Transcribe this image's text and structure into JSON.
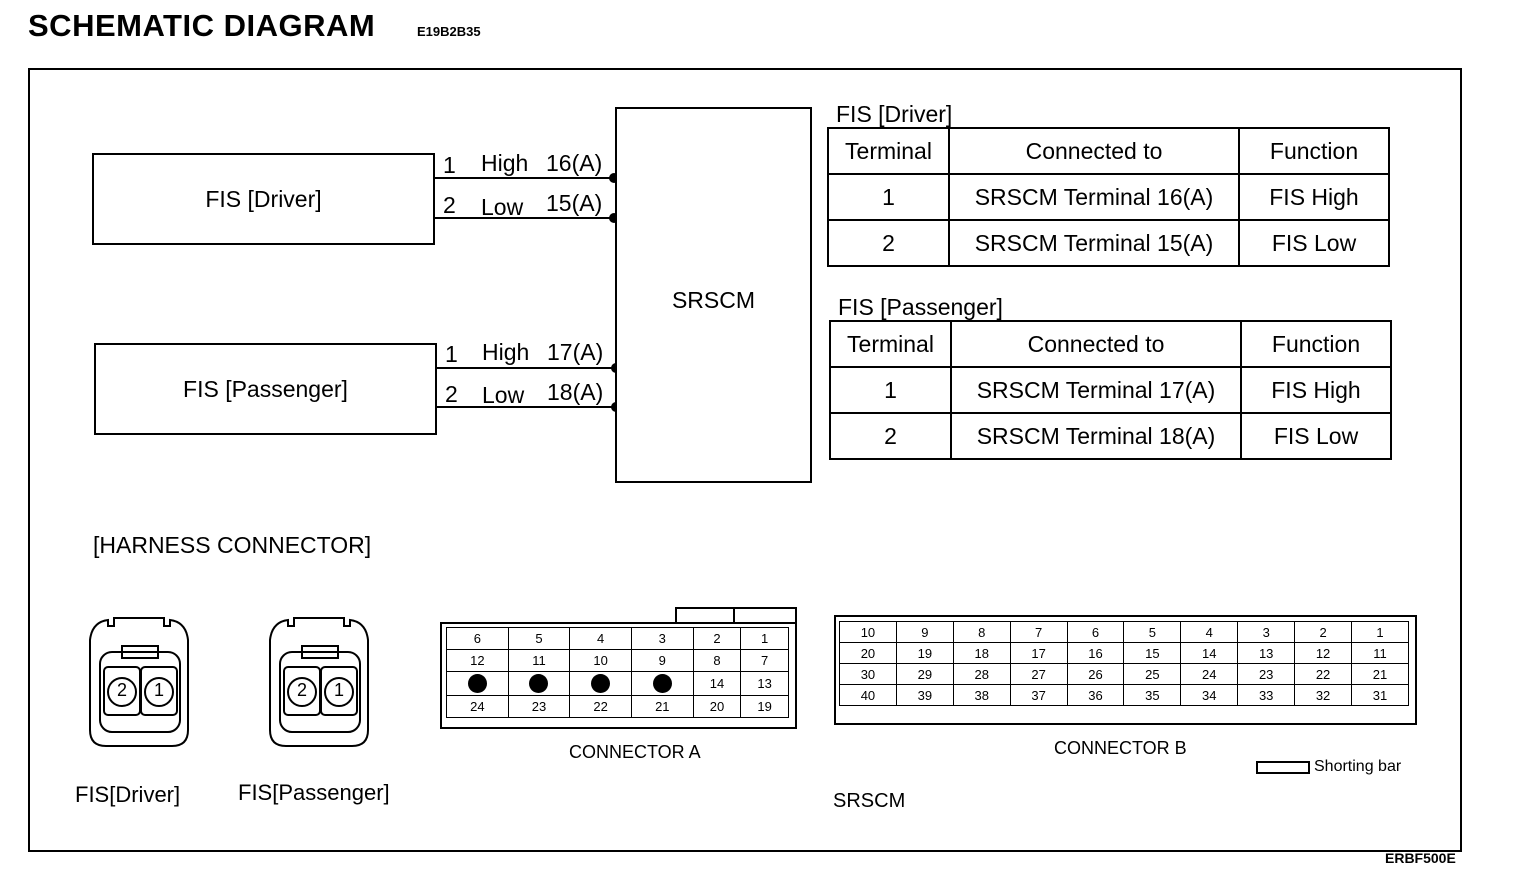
{
  "header": {
    "title": "SCHEMATIC DIAGRAM",
    "code": "E19B2B35"
  },
  "schematic": {
    "fis_driver_box": "FIS [Driver]",
    "fis_passenger_box": "FIS [Passenger]",
    "srscm_box": "SRSCM",
    "driver_wires": [
      {
        "pin": "1",
        "name": "High",
        "terminal": "16(A)"
      },
      {
        "pin": "2",
        "name": "Low",
        "terminal": "15(A)"
      }
    ],
    "passenger_wires": [
      {
        "pin": "1",
        "name": "High",
        "terminal": "17(A)"
      },
      {
        "pin": "2",
        "name": "Low",
        "terminal": "18(A)"
      }
    ]
  },
  "tables": {
    "driver": {
      "title": "FIS [Driver]",
      "headers": [
        "Terminal",
        "Connected to",
        "Function"
      ],
      "rows": [
        [
          "1",
          "SRSCM Terminal 16(A)",
          "FIS High"
        ],
        [
          "2",
          "SRSCM Terminal 15(A)",
          "FIS Low"
        ]
      ]
    },
    "passenger": {
      "title": "FIS [Passenger]",
      "headers": [
        "Terminal",
        "Connected to",
        "Function"
      ],
      "rows": [
        [
          "1",
          "SRSCM Terminal 17(A)",
          "FIS High"
        ],
        [
          "2",
          "SRSCM Terminal 18(A)",
          "FIS Low"
        ]
      ]
    }
  },
  "harness": {
    "title": "[HARNESS CONNECTOR]",
    "fis_driver_label": "FIS[Driver]",
    "fis_passenger_label": "FIS[Passenger]",
    "fis_pins": [
      "2",
      "1"
    ],
    "connector_a": {
      "label": "CONNECTOR A",
      "rows": [
        [
          "6",
          "5",
          "4",
          "3",
          "2",
          "1"
        ],
        [
          "12",
          "11",
          "10",
          "9",
          "8",
          "7"
        ],
        [
          "",
          "",
          "",
          "",
          "14",
          "13"
        ],
        [
          "24",
          "23",
          "22",
          "21",
          "20",
          "19"
        ]
      ]
    },
    "connector_b": {
      "label": "CONNECTOR B",
      "rows": [
        [
          "10",
          "9",
          "8",
          "7",
          "6",
          "5",
          "4",
          "3",
          "2",
          "1"
        ],
        [
          "20",
          "19",
          "18",
          "17",
          "16",
          "15",
          "14",
          "13",
          "12",
          "11"
        ],
        [
          "30",
          "29",
          "28",
          "27",
          "26",
          "25",
          "24",
          "23",
          "22",
          "21"
        ],
        [
          "40",
          "39",
          "38",
          "37",
          "36",
          "35",
          "34",
          "33",
          "32",
          "31"
        ]
      ]
    },
    "shorting_bar_label": "Shorting bar",
    "srscm_label": "SRSCM"
  },
  "footer_code": "ERBF500E"
}
